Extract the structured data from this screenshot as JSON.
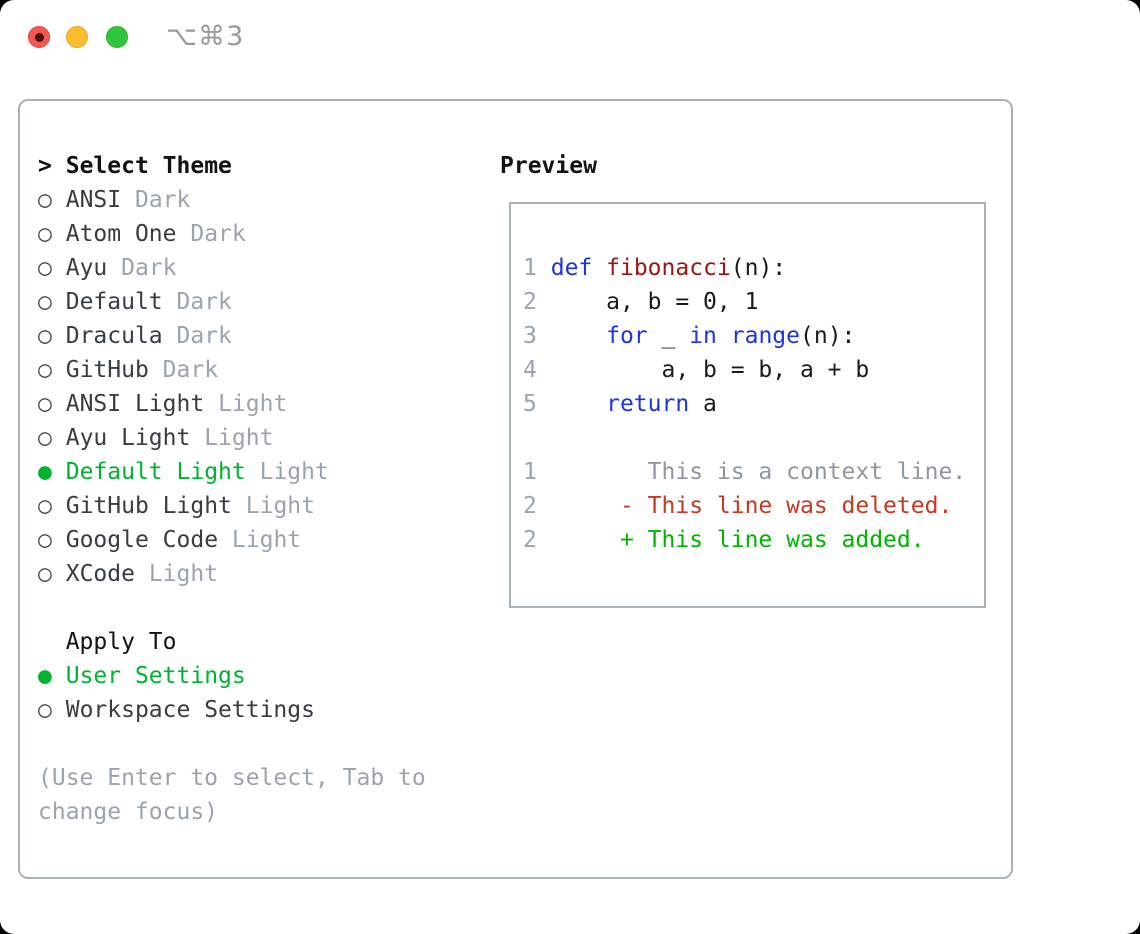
{
  "window": {
    "shortcut_label": "⌥⌘3",
    "traffic_lights": [
      "close",
      "minimize",
      "zoom"
    ]
  },
  "left_panel": {
    "title_prefix": ">",
    "title": "Select Theme",
    "themes": [
      {
        "name": "ANSI",
        "variant": "Dark",
        "selected": false
      },
      {
        "name": "Atom One",
        "variant": "Dark",
        "selected": false
      },
      {
        "name": "Ayu",
        "variant": "Dark",
        "selected": false
      },
      {
        "name": "Default",
        "variant": "Dark",
        "selected": false
      },
      {
        "name": "Dracula",
        "variant": "Dark",
        "selected": false
      },
      {
        "name": "GitHub",
        "variant": "Dark",
        "selected": false
      },
      {
        "name": "ANSI Light",
        "variant": "Light",
        "selected": false
      },
      {
        "name": "Ayu Light",
        "variant": "Light",
        "selected": false
      },
      {
        "name": "Default Light",
        "variant": "Light",
        "selected": true
      },
      {
        "name": "GitHub Light",
        "variant": "Light",
        "selected": false
      },
      {
        "name": "Google Code",
        "variant": "Light",
        "selected": false
      },
      {
        "name": "XCode",
        "variant": "Light",
        "selected": false
      }
    ],
    "apply_to": {
      "title": "Apply To",
      "options": [
        {
          "name": "User Settings",
          "selected": true
        },
        {
          "name": "Workspace Settings",
          "selected": false
        }
      ]
    },
    "hint": "(Use Enter to select, Tab to change focus)"
  },
  "preview": {
    "title": "Preview",
    "code_lines": [
      {
        "num": "1",
        "tokens": [
          {
            "type": "keyword",
            "text": "def"
          },
          {
            "type": "plain",
            "text": " "
          },
          {
            "type": "function",
            "text": "fibonacci"
          },
          {
            "type": "plain",
            "text": "(n):"
          }
        ]
      },
      {
        "num": "2",
        "tokens": [
          {
            "type": "plain",
            "text": "    a, b = 0, 1"
          }
        ]
      },
      {
        "num": "3",
        "tokens": [
          {
            "type": "plain",
            "text": "    "
          },
          {
            "type": "keyword",
            "text": "for"
          },
          {
            "type": "plain",
            "text": " _ "
          },
          {
            "type": "keyword",
            "text": "in"
          },
          {
            "type": "plain",
            "text": " "
          },
          {
            "type": "builtin",
            "text": "range"
          },
          {
            "type": "plain",
            "text": "(n):"
          }
        ]
      },
      {
        "num": "4",
        "tokens": [
          {
            "type": "plain",
            "text": "        a, b = b, a + b"
          }
        ]
      },
      {
        "num": "5",
        "tokens": [
          {
            "type": "plain",
            "text": "    "
          },
          {
            "type": "keyword",
            "text": "return"
          },
          {
            "type": "plain",
            "text": " a"
          }
        ]
      }
    ],
    "diff_lines": [
      {
        "num": "1",
        "marker": "",
        "text": "This is a context line.",
        "type": "context"
      },
      {
        "num": "2",
        "marker": "-",
        "text": "This line was deleted.",
        "type": "deleted"
      },
      {
        "num": "2",
        "marker": "+",
        "text": "This line was added.",
        "type": "added"
      }
    ]
  },
  "colors": {
    "selection_green": "#00b232",
    "added_green": "#00b400",
    "deleted_red": "#c23a21",
    "keyword_blue": "#1e34e0",
    "function_red": "#9c1515",
    "muted_gray": "#9aa4b0",
    "border_gray": "#a9b1bb",
    "traffic_red": "#f3594f",
    "traffic_yellow": "#fbbc2f",
    "traffic_green": "#2fc53c"
  }
}
